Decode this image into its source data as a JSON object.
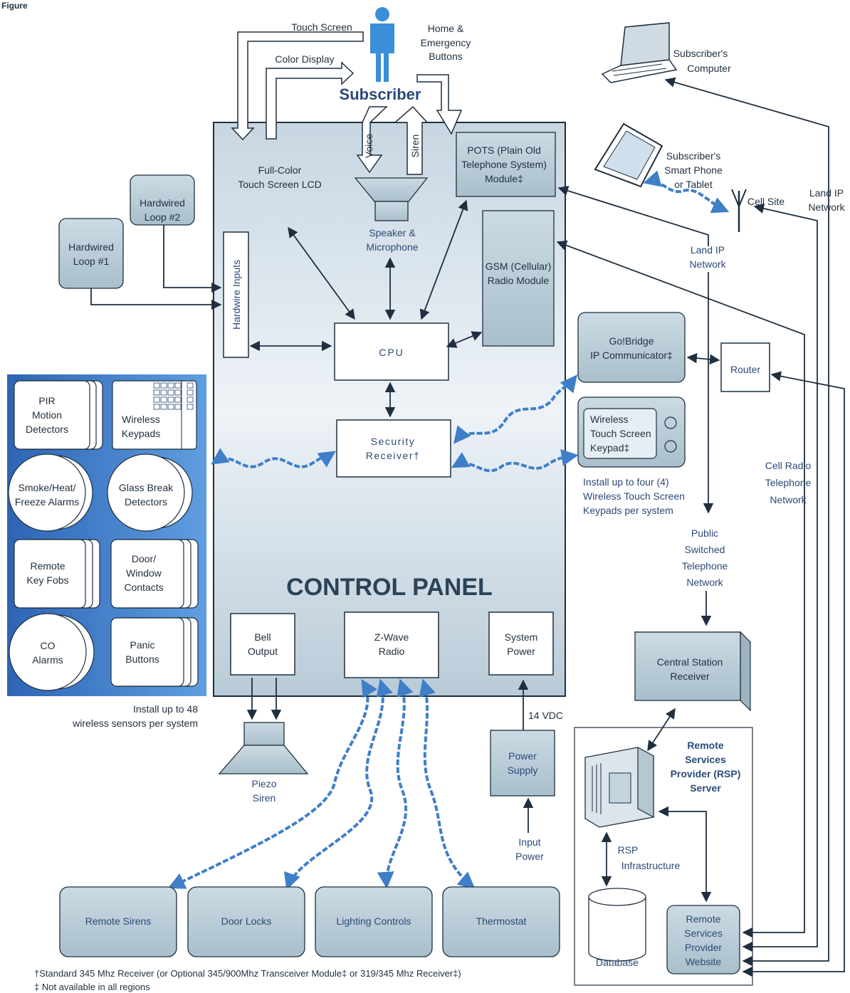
{
  "header": {
    "figure_label": "Figure"
  },
  "subscriber": {
    "title": "Subscriber",
    "touch_screen": "Touch Screen",
    "color_display": "Color Display",
    "home_emergency": [
      "Home &",
      "Emergency",
      "Buttons"
    ],
    "voice": "Voice",
    "siren": "Siren"
  },
  "panel": {
    "title": "CONTROL PANEL",
    "lcd": [
      "Full-Color",
      "Touch Screen LCD"
    ],
    "speaker": [
      "Speaker &",
      "Microphone"
    ],
    "pots": [
      "POTS (Plain Old",
      "Telephone System)",
      "Module‡"
    ],
    "gsm": [
      "GSM (Cellular)",
      "Radio Module"
    ],
    "hardwire_inputs": "Hardwire Inputs",
    "cpu": "CPU",
    "security_receiver": [
      "Security",
      "Receiver†"
    ],
    "bell_output": [
      "Bell",
      "Output"
    ],
    "zwave": [
      "Z-Wave",
      "Radio"
    ],
    "system_power": [
      "System",
      "Power"
    ]
  },
  "loops": {
    "loop1": [
      "Hardwired",
      "Loop #1"
    ],
    "loop2": [
      "Hardwired",
      "Loop #2"
    ]
  },
  "sensors": {
    "pir": [
      "PIR",
      "Motion",
      "Detectors"
    ],
    "keypads": [
      "Wireless",
      "Keypads"
    ],
    "smoke": [
      "Smoke/Heat/",
      "Freeze Alarms"
    ],
    "glass": [
      "Glass Break",
      "Detectors"
    ],
    "fobs": [
      "Remote",
      "Key Fobs"
    ],
    "door": [
      "Door/",
      "Window",
      "Contacts"
    ],
    "co": [
      "CO",
      "Alarms"
    ],
    "panic": [
      "Panic",
      "Buttons"
    ],
    "note": [
      "Install up to 48",
      "wireless sensors per system"
    ]
  },
  "devices": {
    "piezo": [
      "Piezo",
      "Siren"
    ],
    "vdc": "14 VDC",
    "power_supply": [
      "Power",
      "Supply"
    ],
    "input_power": [
      "Input",
      "Power"
    ],
    "remote_sirens": "Remote Sirens",
    "door_locks": "Door Locks",
    "lighting": "Lighting Controls",
    "thermostat": "Thermostat"
  },
  "right": {
    "computer": [
      "Subscriber's",
      "Computer"
    ],
    "phone": [
      "Subscriber's",
      "Smart Phone",
      "or Tablet"
    ],
    "cell_site": "Cell Site",
    "land_ip": [
      "Land IP",
      "Network"
    ],
    "land_ip_right": [
      "Land IP",
      "Network"
    ],
    "gobridge": [
      "Go!Bridge",
      "IP Communicator‡"
    ],
    "router": "Router",
    "wtsk": [
      "Wireless",
      "Touch Screen",
      "Keypad‡"
    ],
    "install_keypads": [
      "Install up to four (4)",
      "Wireless Touch Screen",
      "Keypads per system"
    ],
    "cell_radio": [
      "Cell Radio",
      "Telephone",
      "Network"
    ],
    "pstn": [
      "Public",
      "Switched",
      "Telephone",
      "Network"
    ],
    "central_station": [
      "Central Station",
      "Receiver"
    ],
    "rsp_server": [
      "Remote",
      "Services",
      "Provider (RSP)",
      "Server"
    ],
    "rsp_infra": [
      "RSP",
      "Infrastructure"
    ],
    "database": "Database",
    "rsp_website": [
      "Remote",
      "Services",
      "Provider",
      "Website"
    ]
  },
  "footnotes": {
    "dagger": "†Standard 345 Mhz Receiver (or Optional 345/900Mhz Transceiver Module‡ or 319/345 Mhz Receiver‡)",
    "ddagger": "‡ Not available in all regions"
  }
}
